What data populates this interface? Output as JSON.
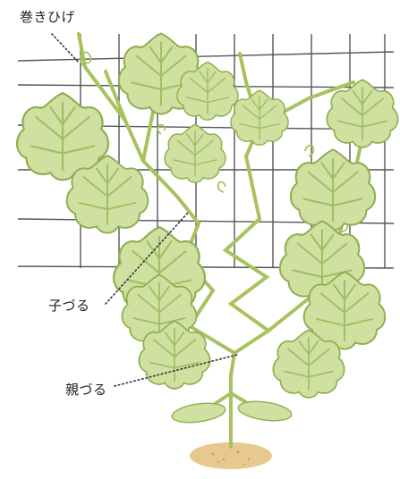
{
  "labels": {
    "tendril": "巻きひげ",
    "child_vine": "子づる",
    "parent_vine": "親づる"
  },
  "colors": {
    "leaf_fill": "#cfe0a0",
    "leaf_edge": "#8fae4f",
    "vein": "#9fbf62",
    "stem": "#a7c25e",
    "trellis": "#555555",
    "soil": "#e7c98f",
    "leader": "#333333"
  }
}
